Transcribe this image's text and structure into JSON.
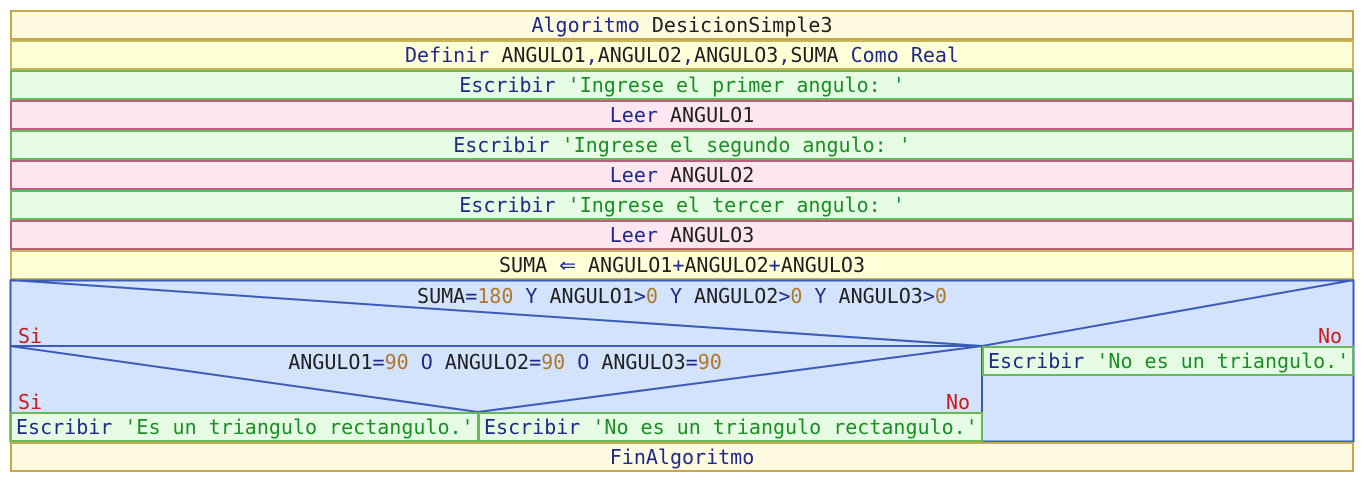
{
  "header": {
    "keyword": "Algoritmo",
    "name": "DesicionSimple3"
  },
  "define": {
    "keyword": "Definir",
    "vars_a": "ANGULO1",
    "sep1": ",",
    "vars_b": "ANGULO2",
    "sep2": ",",
    "vars_c": "ANGULO3",
    "sep3": ",",
    "vars_d": "SUMA",
    "como": "Como",
    "type": "Real"
  },
  "steps": [
    {
      "keyword": "Escribir",
      "text": "'Ingrese el primer angulo: '"
    },
    {
      "keyword": "Leer",
      "text": "ANGULO1"
    },
    {
      "keyword": "Escribir",
      "text": "'Ingrese el segundo angulo: '"
    },
    {
      "keyword": "Leer",
      "text": "ANGULO2"
    },
    {
      "keyword": "Escribir",
      "text": "'Ingrese el tercer angulo: '"
    },
    {
      "keyword": "Leer",
      "text": "ANGULO3"
    }
  ],
  "assign": {
    "target": "SUMA",
    "arrow": "<-",
    "a": "ANGULO1",
    "op1": "+",
    "b": "ANGULO2",
    "op2": "+",
    "c": "ANGULO3"
  },
  "cond1": {
    "parts": [
      "SUMA",
      "=",
      "180",
      " Y ",
      "ANGULO1",
      ">",
      "0",
      " Y ",
      "ANGULO2",
      ">",
      "0",
      " Y ",
      "ANGULO3",
      ">",
      "0"
    ],
    "yes_label": "Si",
    "no_label": "No",
    "no_branch": {
      "keyword": "Escribir",
      "text": "'No es un triangulo.'"
    }
  },
  "cond2": {
    "parts": [
      "ANGULO1",
      "=",
      "90",
      " O ",
      "ANGULO2",
      "=",
      "90",
      " O ",
      "ANGULO3",
      "=",
      "90"
    ],
    "yes_label": "Si",
    "no_label": "No",
    "yes_branch": {
      "keyword": "Escribir",
      "text": "'Es un triangulo rectangulo.'"
    },
    "no_branch": {
      "keyword": "Escribir",
      "text": "'No es un triangulo rectangulo.'"
    }
  },
  "footer": {
    "keyword": "FinAlgoritmo"
  },
  "colors": {
    "keyword": "#1f2a8a",
    "string": "#1a8f24",
    "number": "#b0782a",
    "label": "#cc1a1a",
    "condition_bg": "#d4e3fc",
    "condition_border": "#3a5cb8"
  }
}
